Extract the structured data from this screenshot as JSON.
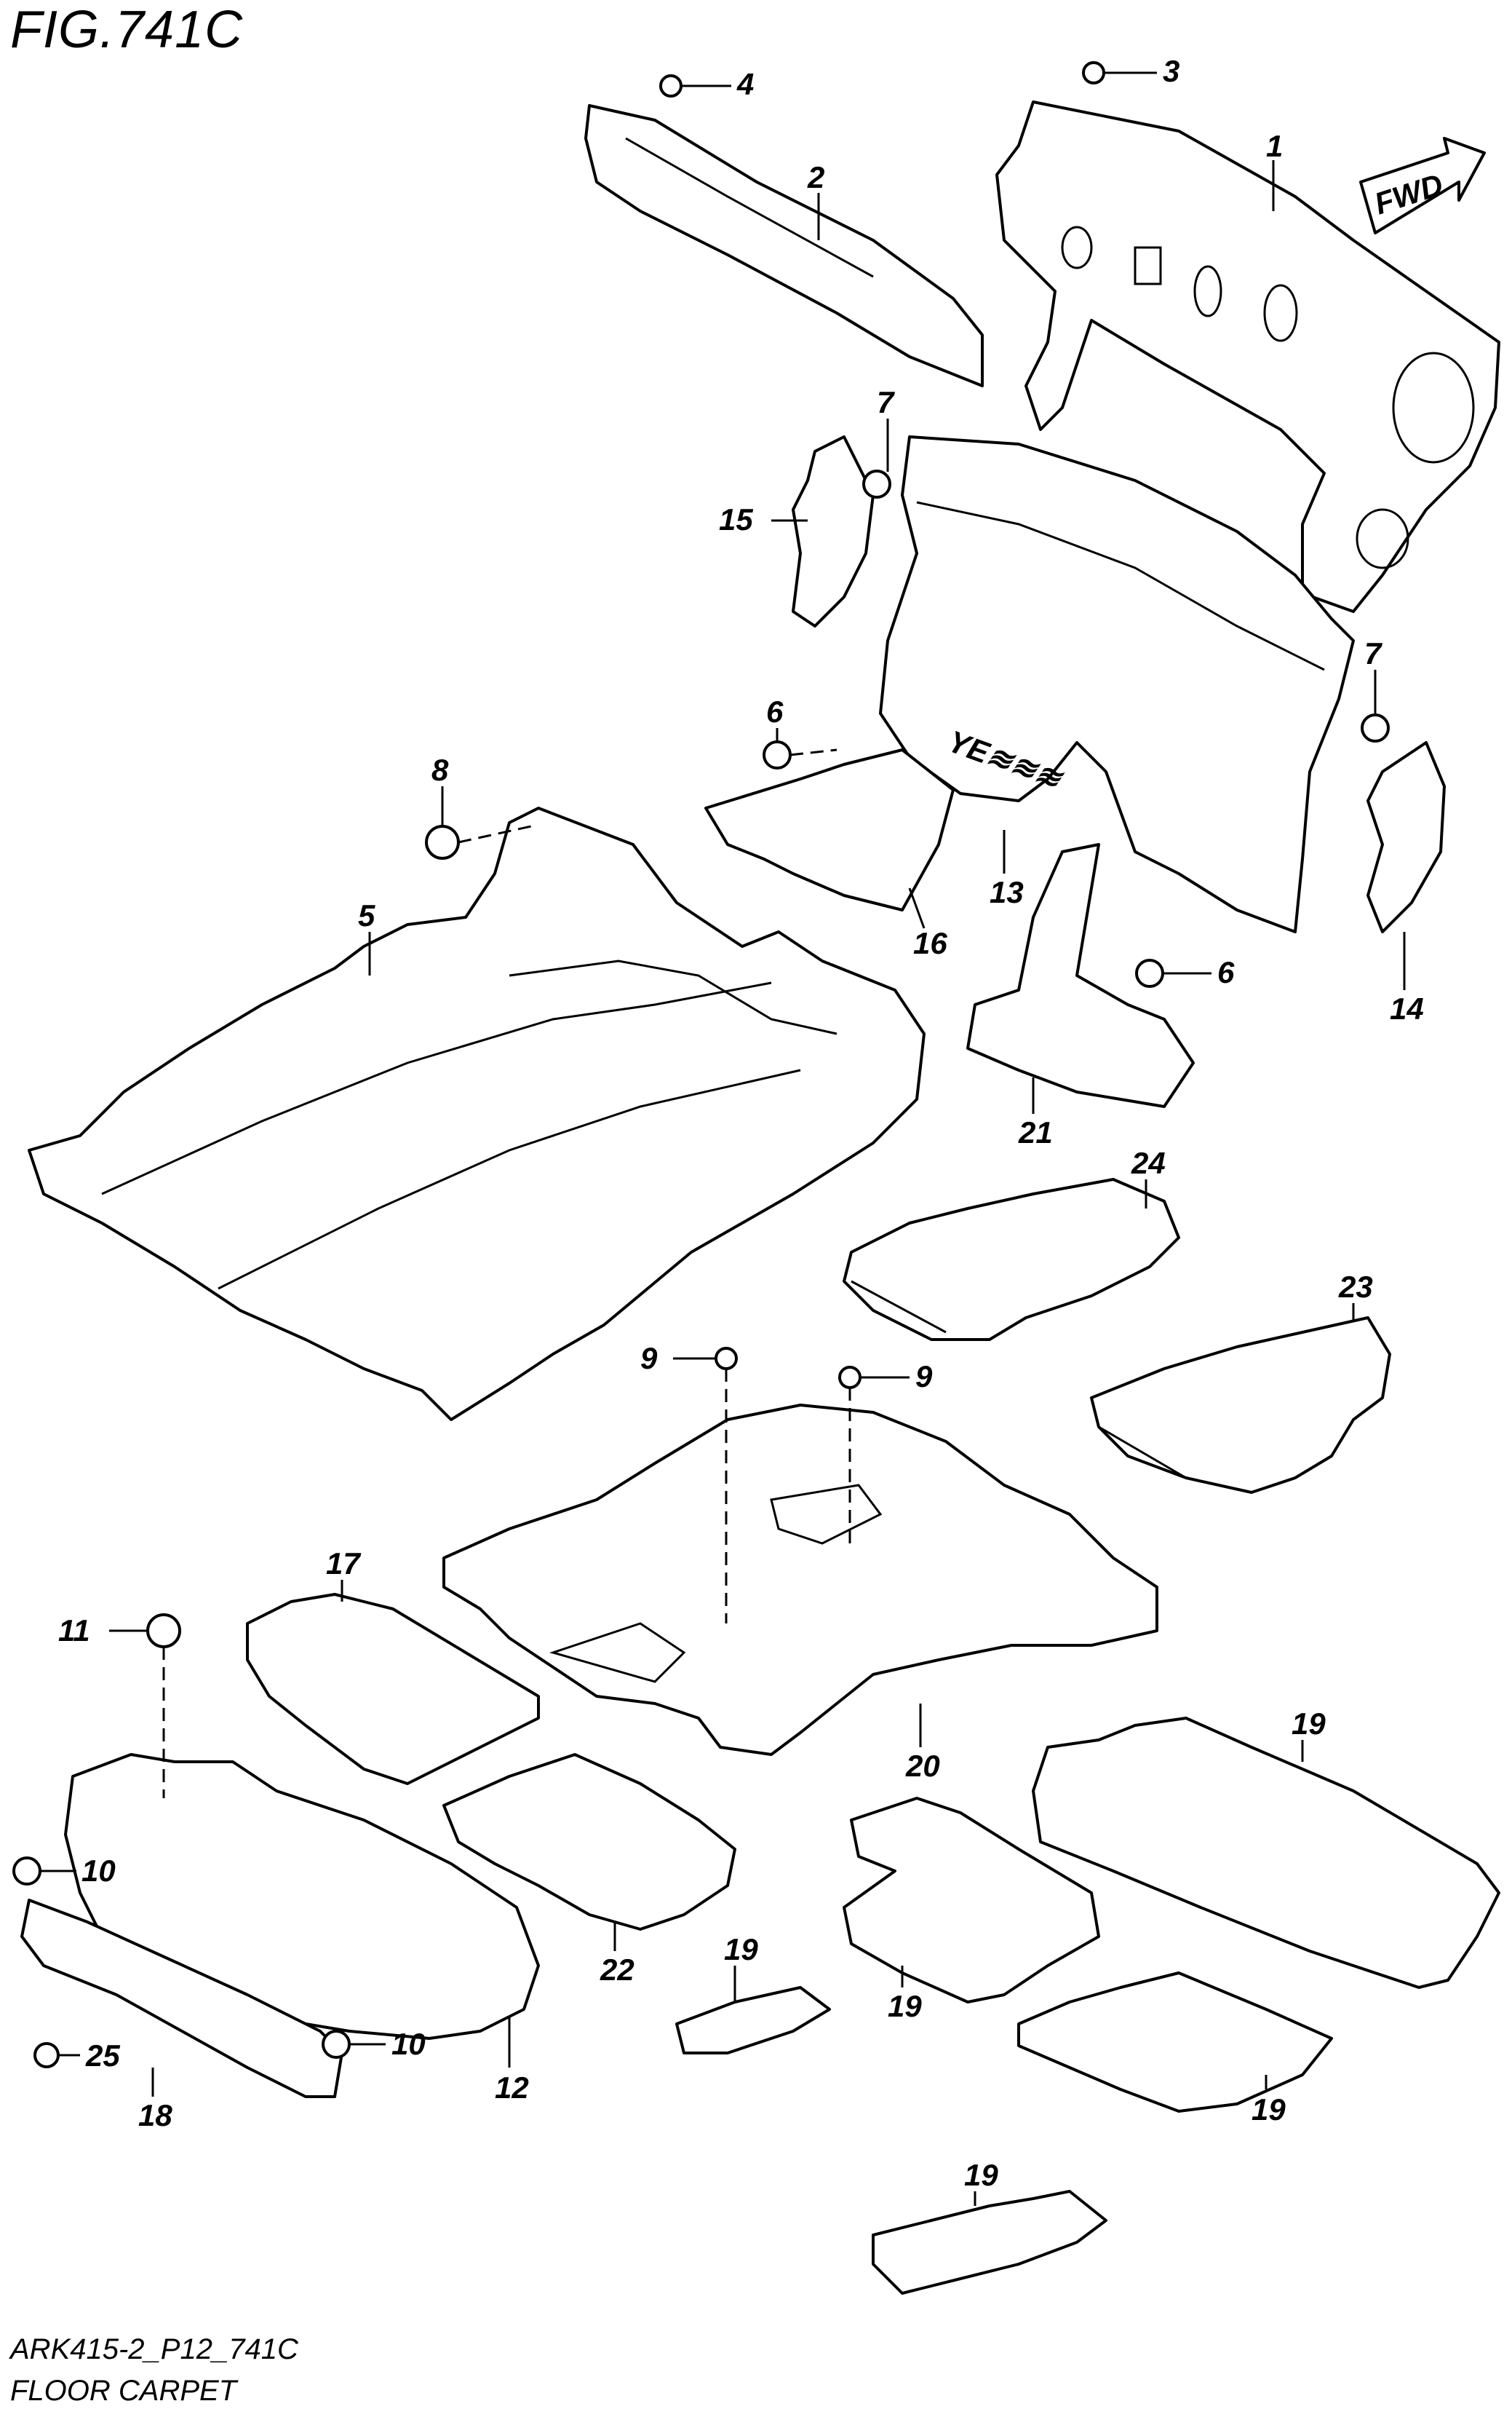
{
  "figure": {
    "title": "FIG.741C",
    "code": "ARK415-2_P12_741C",
    "name": "FLOOR CARPET",
    "fwd_label": "FWD"
  },
  "callouts": [
    {
      "id": "c1",
      "label": "1"
    },
    {
      "id": "c2",
      "label": "2"
    },
    {
      "id": "c3",
      "label": "3"
    },
    {
      "id": "c4",
      "label": "4"
    },
    {
      "id": "c5",
      "label": "5"
    },
    {
      "id": "c6a",
      "label": "6"
    },
    {
      "id": "c6b",
      "label": "6"
    },
    {
      "id": "c7a",
      "label": "7"
    },
    {
      "id": "c7b",
      "label": "7"
    },
    {
      "id": "c8",
      "label": "8"
    },
    {
      "id": "c9a",
      "label": "9"
    },
    {
      "id": "c9b",
      "label": "9"
    },
    {
      "id": "c10a",
      "label": "10"
    },
    {
      "id": "c10b",
      "label": "10"
    },
    {
      "id": "c11",
      "label": "11"
    },
    {
      "id": "c12",
      "label": "12"
    },
    {
      "id": "c13",
      "label": "13"
    },
    {
      "id": "c14",
      "label": "14"
    },
    {
      "id": "c15",
      "label": "15"
    },
    {
      "id": "c16",
      "label": "16"
    },
    {
      "id": "c17",
      "label": "17"
    },
    {
      "id": "c18",
      "label": "18"
    },
    {
      "id": "c19a",
      "label": "19"
    },
    {
      "id": "c19b",
      "label": "19"
    },
    {
      "id": "c19c",
      "label": "19"
    },
    {
      "id": "c19d",
      "label": "19"
    },
    {
      "id": "c19e",
      "label": "19"
    },
    {
      "id": "c20",
      "label": "20"
    },
    {
      "id": "c21",
      "label": "21"
    },
    {
      "id": "c22",
      "label": "22"
    },
    {
      "id": "c23",
      "label": "23"
    },
    {
      "id": "c24",
      "label": "24"
    },
    {
      "id": "c25",
      "label": "25"
    }
  ]
}
